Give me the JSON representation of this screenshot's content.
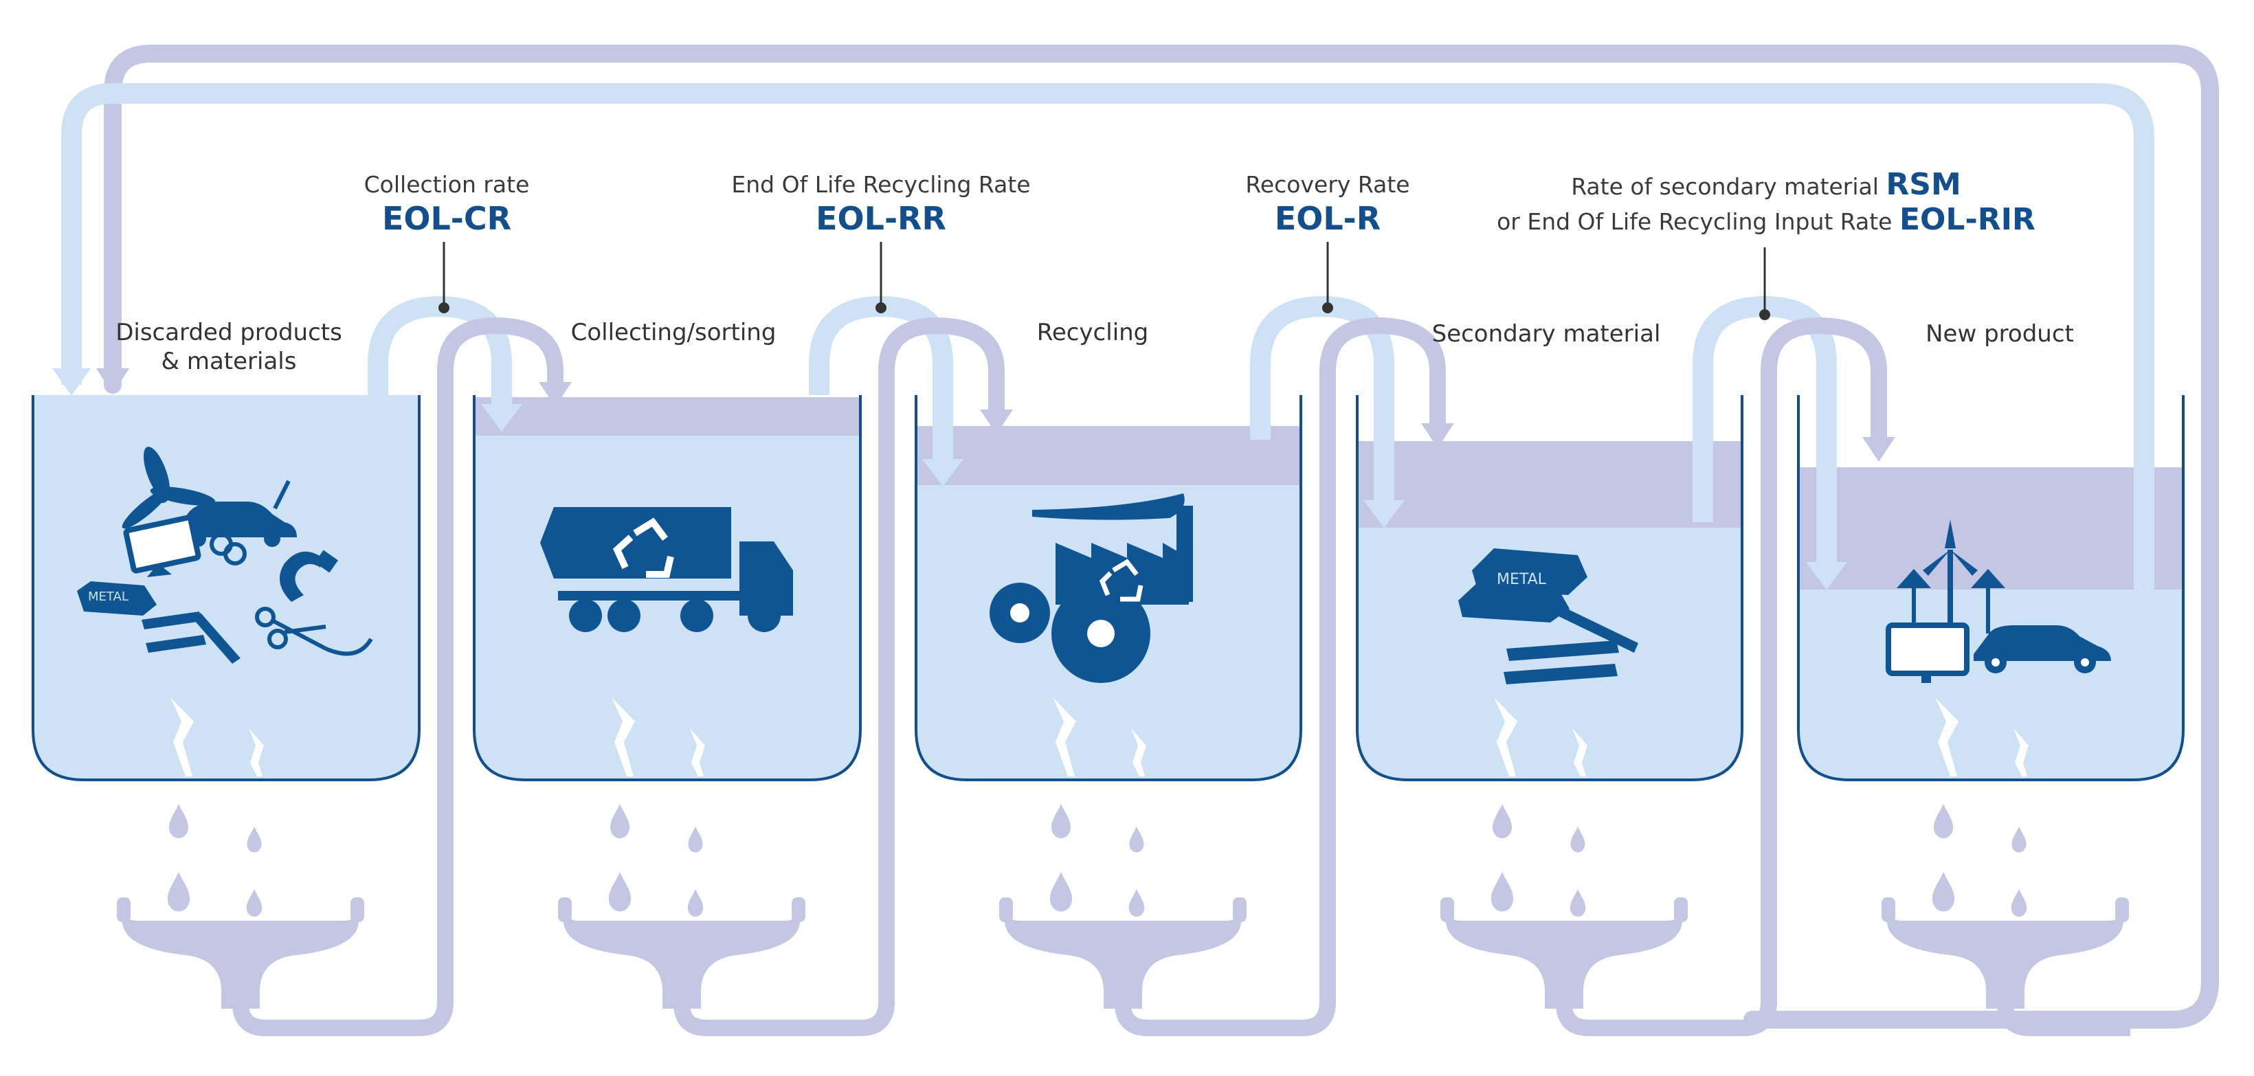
{
  "rates": [
    {
      "id": "cr",
      "label": "Collection rate",
      "code": "EOL-CR"
    },
    {
      "id": "rr",
      "label": "End Of Life Recycling Rate",
      "code": "EOL-RR"
    },
    {
      "id": "r",
      "label": "Recovery Rate",
      "code": "EOL-R"
    },
    {
      "id": "rsm",
      "label": "Rate of secondary material",
      "code": "RSM",
      "label2": "or End Of Life Recycling Input Rate",
      "code2": "EOL-RIR"
    }
  ],
  "stages": [
    {
      "line1": "Discarded products",
      "line2": "& materials"
    },
    {
      "line1": "Collecting/sorting"
    },
    {
      "line1": "Recycling"
    },
    {
      "line1": "Secondary material"
    },
    {
      "line1": "New product"
    }
  ],
  "icons": {
    "stage1": [
      "propeller-icon",
      "car-icon",
      "monitor-icon",
      "magnet-icon",
      "metal-ingot-icon",
      "steel-beam-icon",
      "scissors-icon"
    ],
    "stage2": [
      "recycling-truck-icon",
      "recycle-icon"
    ],
    "stage3": [
      "factory-icon",
      "gear-icon",
      "recycle-icon"
    ],
    "stage4": [
      "metal-ingot-icon",
      "steel-beam-icon"
    ],
    "stage5": [
      "wind-turbine-icon",
      "monitor-icon",
      "car-icon"
    ]
  },
  "ingot_text": "METAL",
  "colors": {
    "container_fill": "#cde3f5",
    "outline": "#124f8c",
    "icon": "#0f5594",
    "light_arrow": "#cde3f5",
    "lavender": "#c3c7e4",
    "label_text": "#3a3a3a",
    "rate_text": "#124f8c"
  }
}
